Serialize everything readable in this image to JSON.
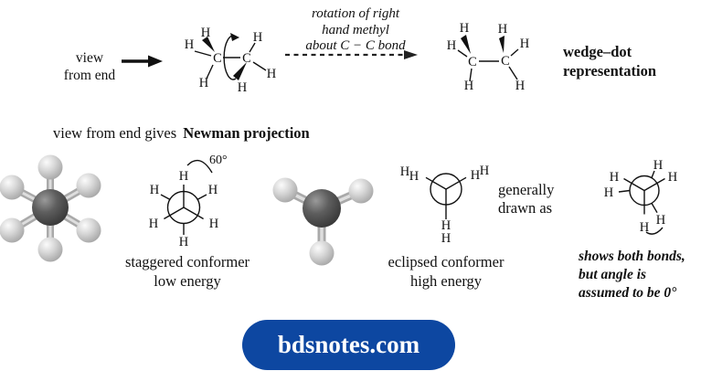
{
  "colors": {
    "badge_bg": "#0d47a1",
    "badge_text": "#ffffff",
    "ink": "#111111",
    "ball_light": "#c7c7c7",
    "ball_dark": "#4a4a4a"
  },
  "atoms": {
    "h": "H",
    "c": "C"
  },
  "top": {
    "view1": "view",
    "view2": "from end",
    "rot1": "rotation of right",
    "rot2": "hand methyl",
    "rot3": "about C − C bond",
    "wd1": "wedge–dot",
    "wd2": "representation"
  },
  "mid": {
    "gives": "view from end gives",
    "newman": "Newman projection"
  },
  "stag": {
    "angle": "60°",
    "cap1": "staggered conformer",
    "cap2": "low energy"
  },
  "ecl": {
    "cap1": "eclipsed conformer",
    "cap2": "high energy",
    "gen1": "generally",
    "gen2": "drawn as"
  },
  "note": {
    "l1": "shows both bonds,",
    "l2": "but angle is",
    "l3": "assumed to be 0°"
  },
  "badge": {
    "text": "bdsnotes.com"
  }
}
